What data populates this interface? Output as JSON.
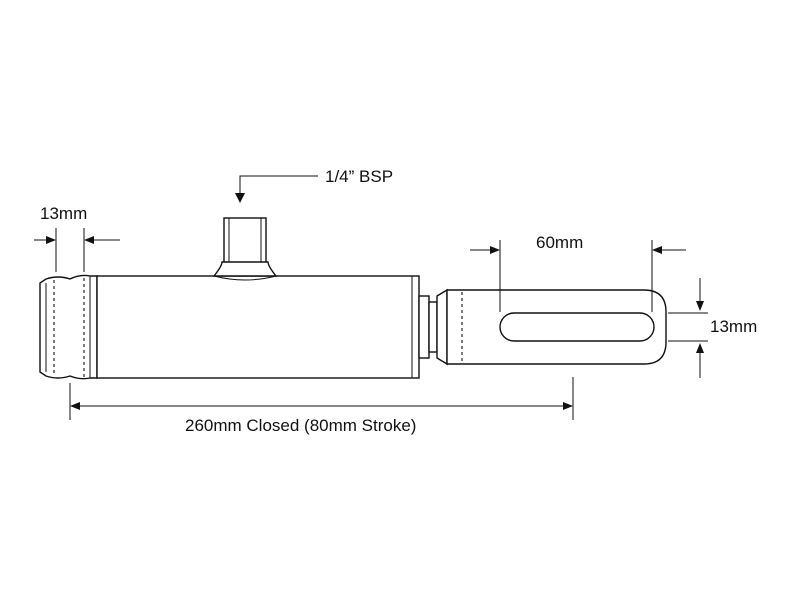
{
  "labels": {
    "port": "1/4” BSP",
    "pin_width": "13mm",
    "slot_length": "60mm",
    "slot_width": "13mm",
    "overall": "260mm Closed (80mm Stroke)"
  },
  "colors": {
    "line": "#111111",
    "background": "#ffffff"
  }
}
